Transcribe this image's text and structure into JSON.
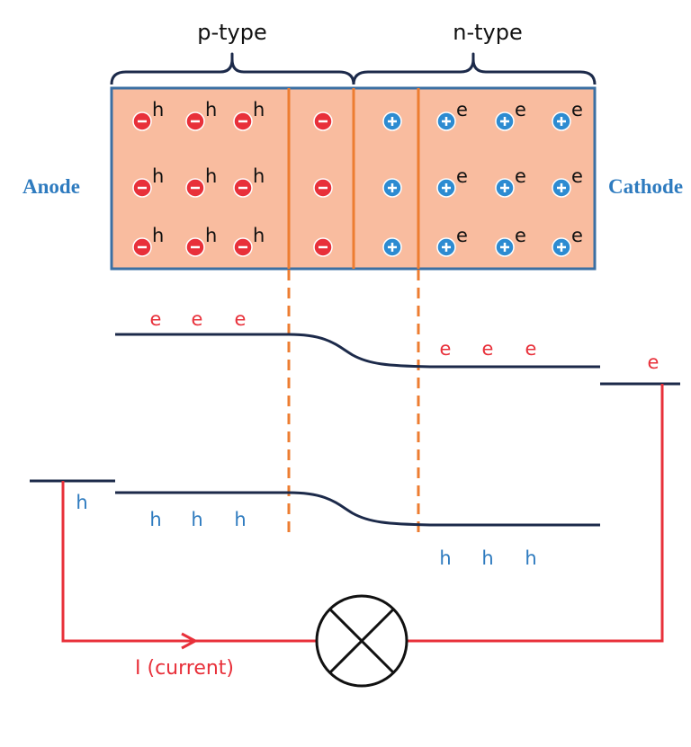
{
  "labels": {
    "p_type": "p-type",
    "n_type": "n-type",
    "anode": "Anode",
    "cathode": "Cathode",
    "current": "I (current)"
  },
  "carriers": {
    "electron": "e",
    "hole": "h"
  },
  "charges": {
    "minus": "-",
    "plus": "+"
  },
  "colors": {
    "semiconductor_fill": "#f9bc9f",
    "semiconductor_border": "#3b6fa3",
    "junction_line": "#ed7d31",
    "acceptor_ion": "#e8303a",
    "donor_ion": "#2d8bd1",
    "electron_label": "#e8303a",
    "hole_label": "#2e7bbf",
    "band_line": "#1c2a4a",
    "circuit_wire": "#e8303a",
    "electrode_label": "#2e7bbf",
    "bracket": "#1c2a4a"
  }
}
